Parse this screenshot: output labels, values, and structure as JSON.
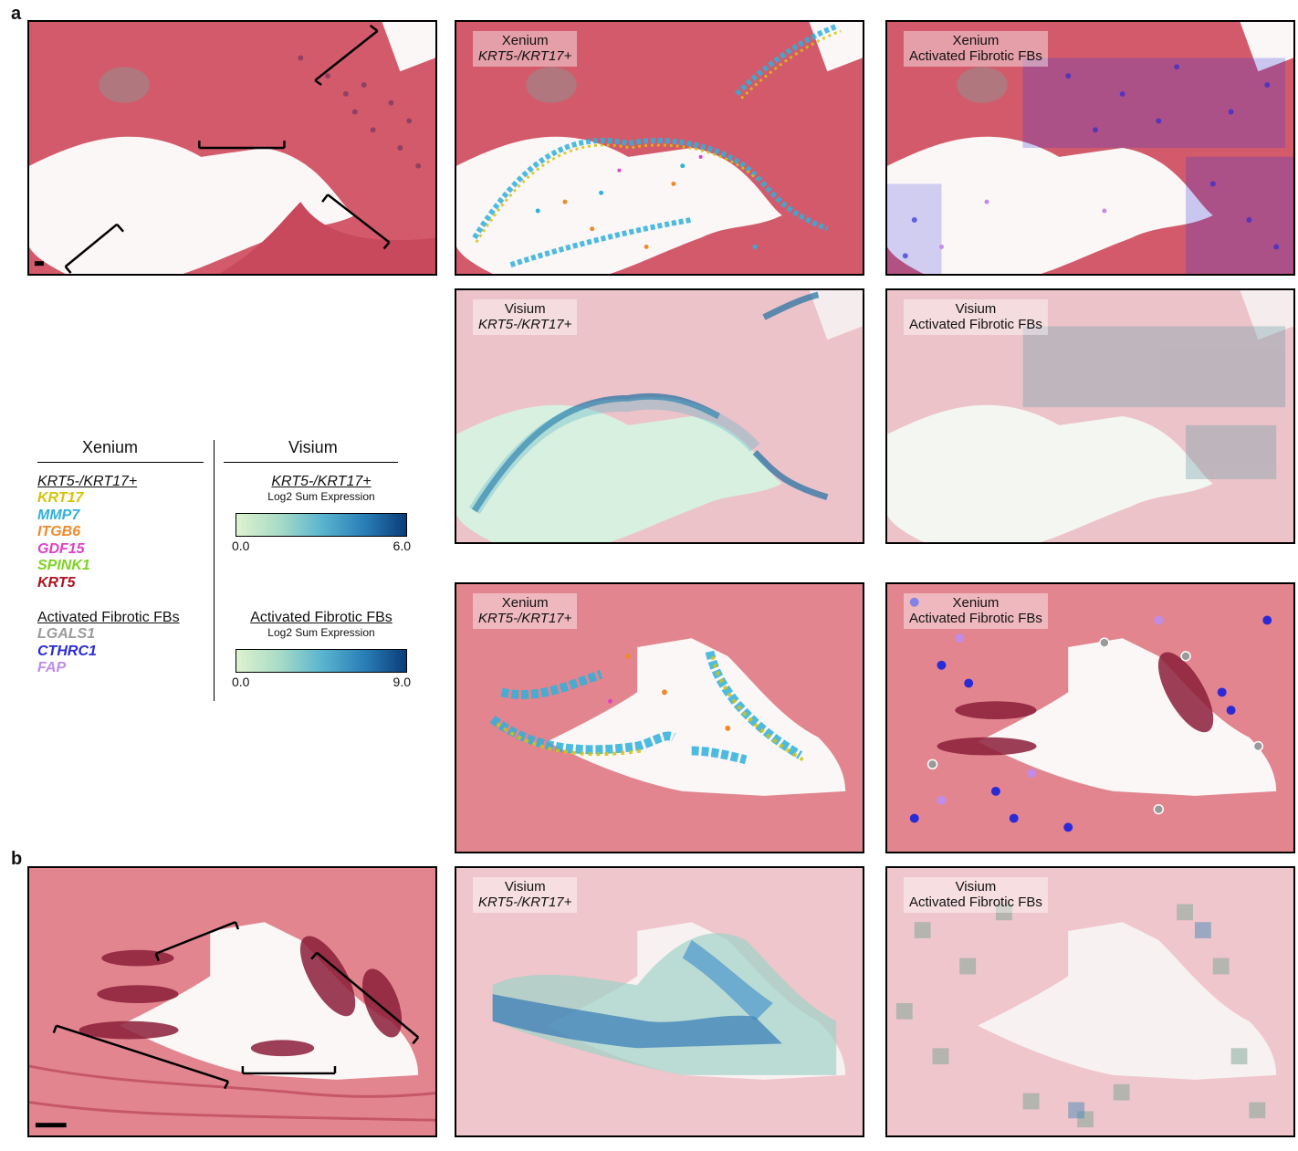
{
  "panel_labels": {
    "a": "a",
    "b": "b"
  },
  "panels": {
    "a_xenium_krt": {
      "line1": "Xenium",
      "line2": "KRT5-/KRT17+"
    },
    "a_xenium_fb": {
      "line1": "Xenium",
      "line2": "Activated Fibrotic FBs"
    },
    "a_visium_krt": {
      "line1": "Visium",
      "line2": "KRT5-/KRT17+"
    },
    "a_visium_fb": {
      "line1": "Visium",
      "line2": "Activated Fibrotic FBs"
    },
    "b_xenium_krt": {
      "line1": "Xenium",
      "line2": "KRT5-/KRT17+"
    },
    "b_xenium_fb": {
      "line1": "Xenium",
      "line2": "Activated Fibrotic FBs"
    },
    "b_visium_krt": {
      "line1": "Visium",
      "line2": "KRT5-/KRT17+"
    },
    "b_visium_fb": {
      "line1": "Visium",
      "line2": "Activated Fibrotic FBs"
    }
  },
  "legend": {
    "xenium_header": "Xenium",
    "visium_header": "Visium",
    "krt_group": {
      "title": "KRT5-/KRT17+",
      "genes": [
        {
          "name": "KRT17",
          "color": "#d4c20a"
        },
        {
          "name": "MMP7",
          "color": "#2fb0dc"
        },
        {
          "name": "ITGB6",
          "color": "#ef8a2a"
        },
        {
          "name": "GDF15",
          "color": "#e040c8"
        },
        {
          "name": "SPINK1",
          "color": "#7ed321"
        },
        {
          "name": "KRT5",
          "color": "#b01020"
        }
      ]
    },
    "fb_group": {
      "title": "Activated Fibrotic FBs",
      "genes": [
        {
          "name": "LGALS1",
          "color": "#9a9a9a"
        },
        {
          "name": "CTHRC1",
          "color": "#2a2ad6"
        },
        {
          "name": "FAP",
          "color": "#c08ce8"
        }
      ]
    },
    "colorbar_krt": {
      "title": "KRT5-/KRT17+",
      "subtitle": "Log2 Sum Expression",
      "min": "0.0",
      "max": "6.0"
    },
    "colorbar_fb": {
      "title": "Activated Fibrotic FBs",
      "subtitle": "Log2 Sum Expression",
      "min": "0.0",
      "max": "9.0"
    }
  },
  "colors": {
    "tissue": "#d9606f",
    "tissue_dark": "#a83043",
    "tissue_faded": "#efc6cb",
    "lumen": "#fbf6f6",
    "colormap_low": "#d6f0c8",
    "colormap_mid": "#4aa7c8",
    "colormap_high": "#0b3d7a"
  }
}
